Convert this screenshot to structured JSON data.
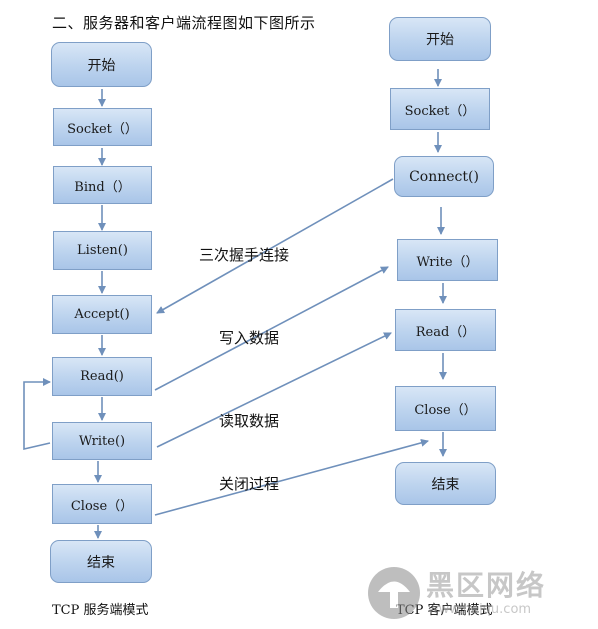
{
  "title": "二、服务器和客户端流程图如下图所示",
  "server": {
    "nodes": [
      "开始",
      "Socket（）",
      "Bind（）",
      "Listen()",
      "Accept()",
      "Read()",
      "Write()",
      "Close（）",
      "结束"
    ],
    "caption": "TCP 服务端模式"
  },
  "client": {
    "nodes": [
      "开始",
      "Socket（）",
      "Connect()",
      "Write（）",
      "Read（）",
      "Close（）",
      "结束"
    ],
    "caption": "TCP 客户端模式"
  },
  "links": [
    "三次握手连接",
    "写入数据",
    "读取数据",
    "关闭过程"
  ],
  "watermark": {
    "name": "黑区网络",
    "url": "www.heiqu.com"
  },
  "colors": {
    "box_fill": "#bcd3ee",
    "box_border": "#7f9fc7",
    "arrow": "#6f90bb"
  }
}
